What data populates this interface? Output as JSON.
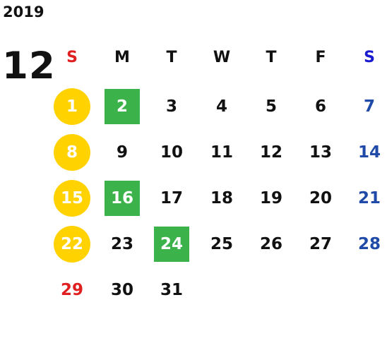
{
  "calendar": {
    "year": "2019",
    "month": "12",
    "weekdays": [
      "S",
      "M",
      "T",
      "W",
      "T",
      "F",
      "S"
    ],
    "first_weekday": 0,
    "days_in_month": 31
  },
  "colors": {
    "sunday": "#e02020",
    "saturday_header": "#1a1ad0",
    "saturday": "#1f4aa8",
    "default": "#111111",
    "circle_fill": "#ffd200",
    "circle_text": "#ffffff",
    "square_fill": "#3cb34a",
    "square_text": "#ffffff"
  },
  "highlights": {
    "circled_days": [
      1,
      8,
      15,
      22
    ],
    "boxed_days": [
      2,
      16,
      24
    ]
  }
}
